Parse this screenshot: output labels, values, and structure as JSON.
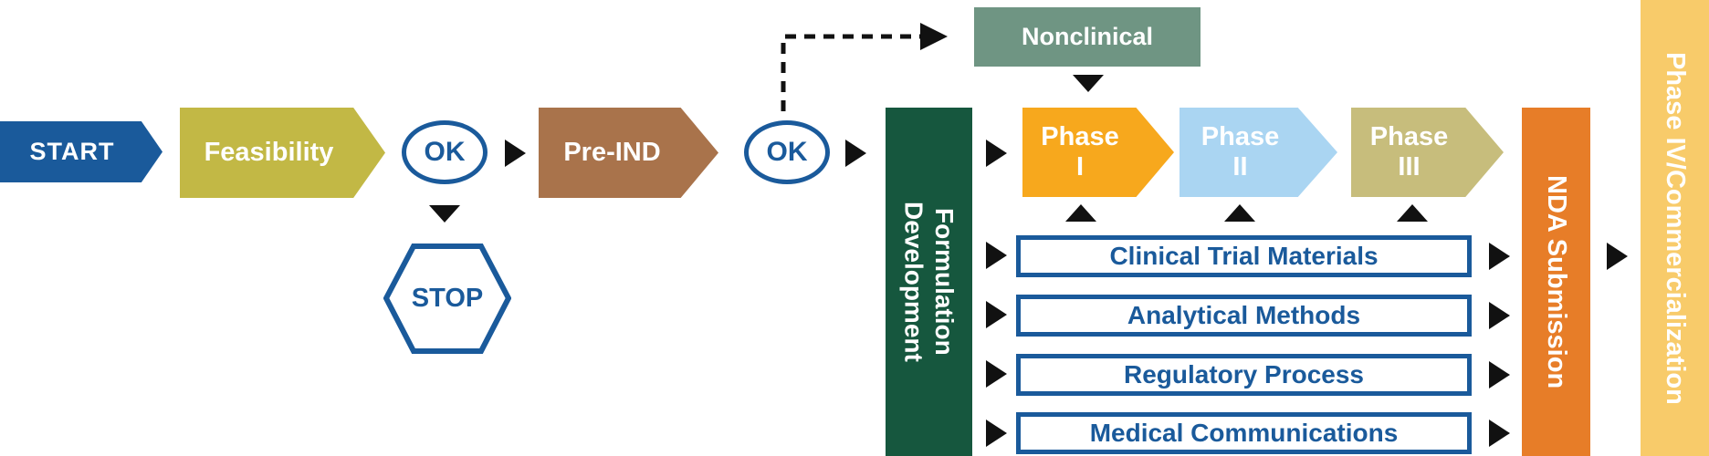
{
  "colors": {
    "blue": "#1a5a9b",
    "olive": "#c2b845",
    "brown": "#a9734b",
    "sage_green": "#6f9583",
    "dark_green": "#16573e",
    "amber": "#f7a81d",
    "light_blue": "#aad5f2",
    "khaki": "#c7bd7c",
    "orange": "#e77d28",
    "light_amber": "#f8cb6a",
    "connector_black": "#111111"
  },
  "nodes": {
    "start": {
      "label": "START"
    },
    "feasibility": {
      "label": "Feasibility"
    },
    "ok1": {
      "label": "OK"
    },
    "stop": {
      "label": "STOP"
    },
    "pre_ind": {
      "label": "Pre-IND"
    },
    "ok2": {
      "label": "OK"
    },
    "nonclinical": {
      "label": "Nonclinical"
    },
    "formulation": {
      "line1": "Formulation",
      "line2": "Development"
    },
    "phase1": {
      "line1": "Phase",
      "line2": "I"
    },
    "phase2": {
      "line1": "Phase",
      "line2": "II"
    },
    "phase3": {
      "line1": "Phase",
      "line2": "III"
    },
    "nda": {
      "label": "NDA Submission"
    },
    "phase4": {
      "label": "Phase IV/Commercialization"
    }
  },
  "tracks": [
    {
      "label": "Clinical Trial Materials"
    },
    {
      "label": "Analytical Methods"
    },
    {
      "label": "Regulatory Process"
    },
    {
      "label": "Medical Communications"
    }
  ]
}
